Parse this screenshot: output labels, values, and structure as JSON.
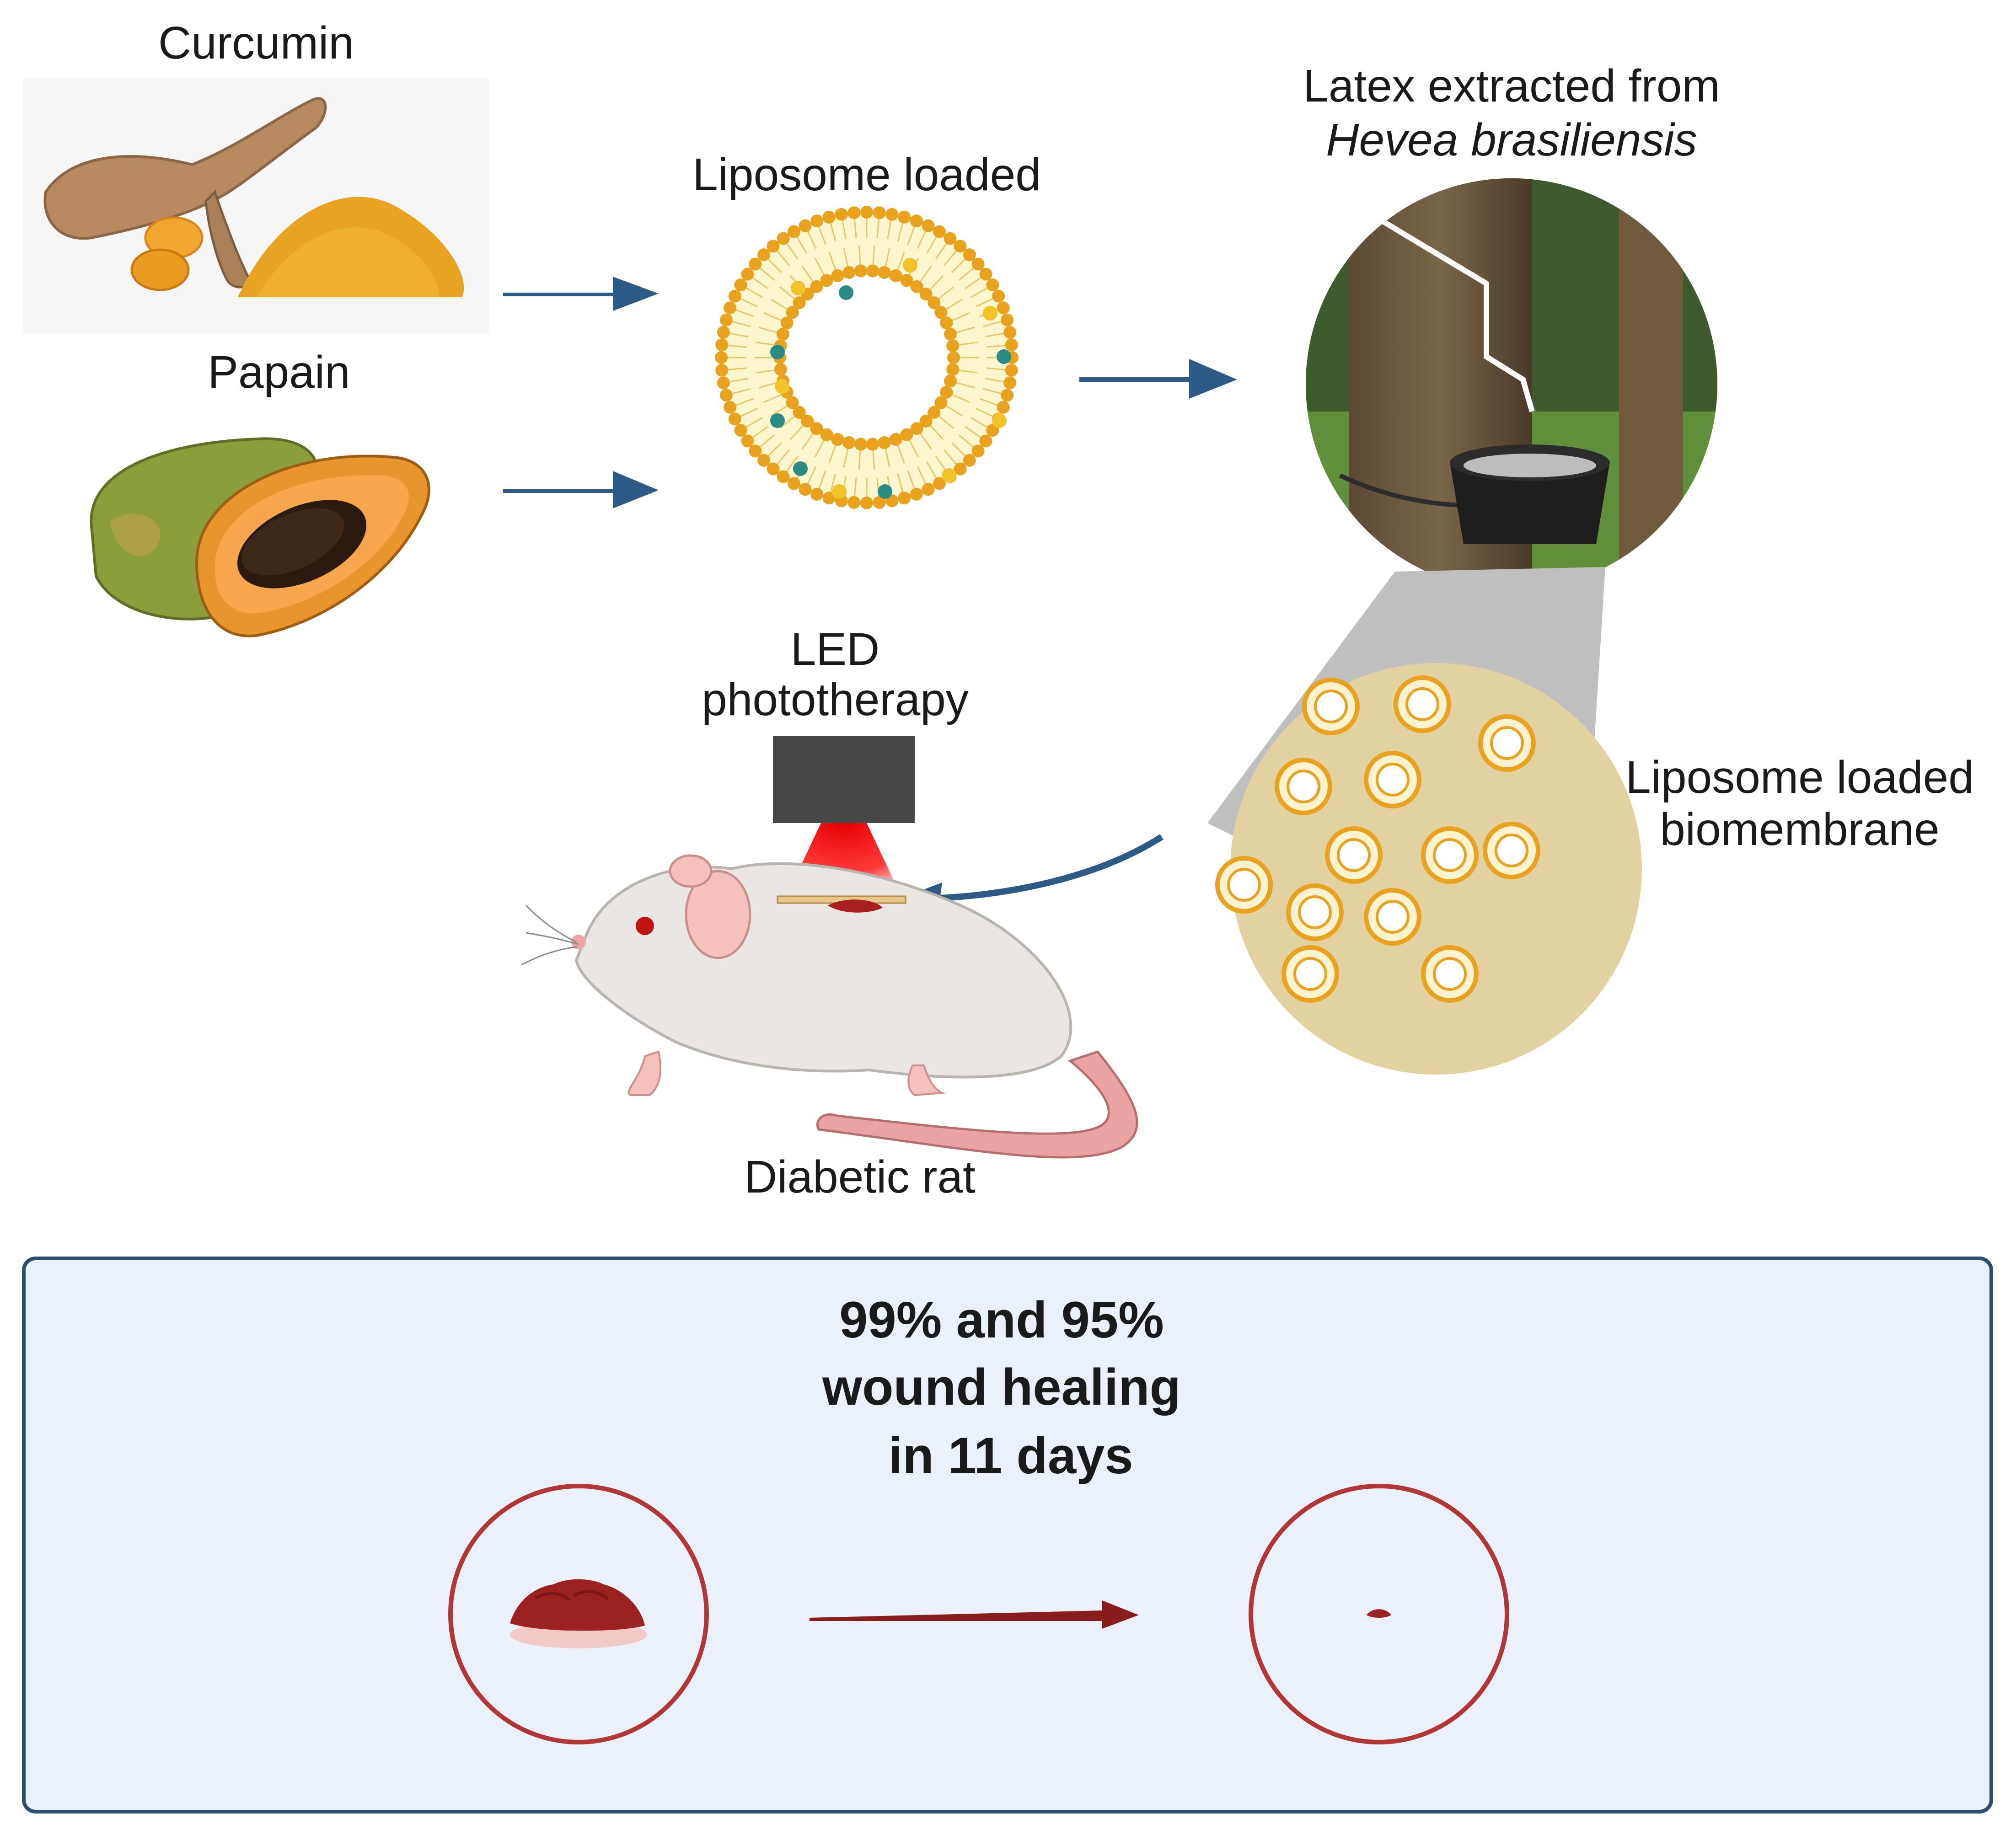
{
  "labels": {
    "curcumin": "Curcumin",
    "papain": "Papain",
    "liposome_loaded": "Liposome loaded",
    "latex_line1": "Latex extracted from",
    "latex_line2": "Hevea brasiliensis",
    "led_line1": "LED",
    "led_line2": "phototherapy",
    "biomembrane_line1": "Liposome loaded",
    "biomembrane_line2": "biomembrane",
    "diabetic_rat": "Diabetic rat"
  },
  "result": {
    "line1": "99% and 95%",
    "line2": "wound  healing",
    "line3": "in 11 days"
  },
  "colors": {
    "arrow_blue": "#2e5b86",
    "arrow_red": "#8b1c1c",
    "lipid_orange": "#e8a21e",
    "drug_yellow": "#f2c42a",
    "drug_teal": "#2a8a84",
    "panel_fill": "#eaf1fa",
    "panel_border": "#2c4e70",
    "wound_circle": "#b33636",
    "membrane_fill": "#e2d2a2"
  },
  "icons": {
    "curcumin": "turmeric-root-icon",
    "papain": "papaya-icon",
    "liposome": "liposome-icon",
    "latex": "rubber-tree-tapping-icon",
    "led": "led-lamp-icon",
    "rat": "rat-icon",
    "membrane": "biomembrane-icon",
    "wound": "wound-icon"
  }
}
